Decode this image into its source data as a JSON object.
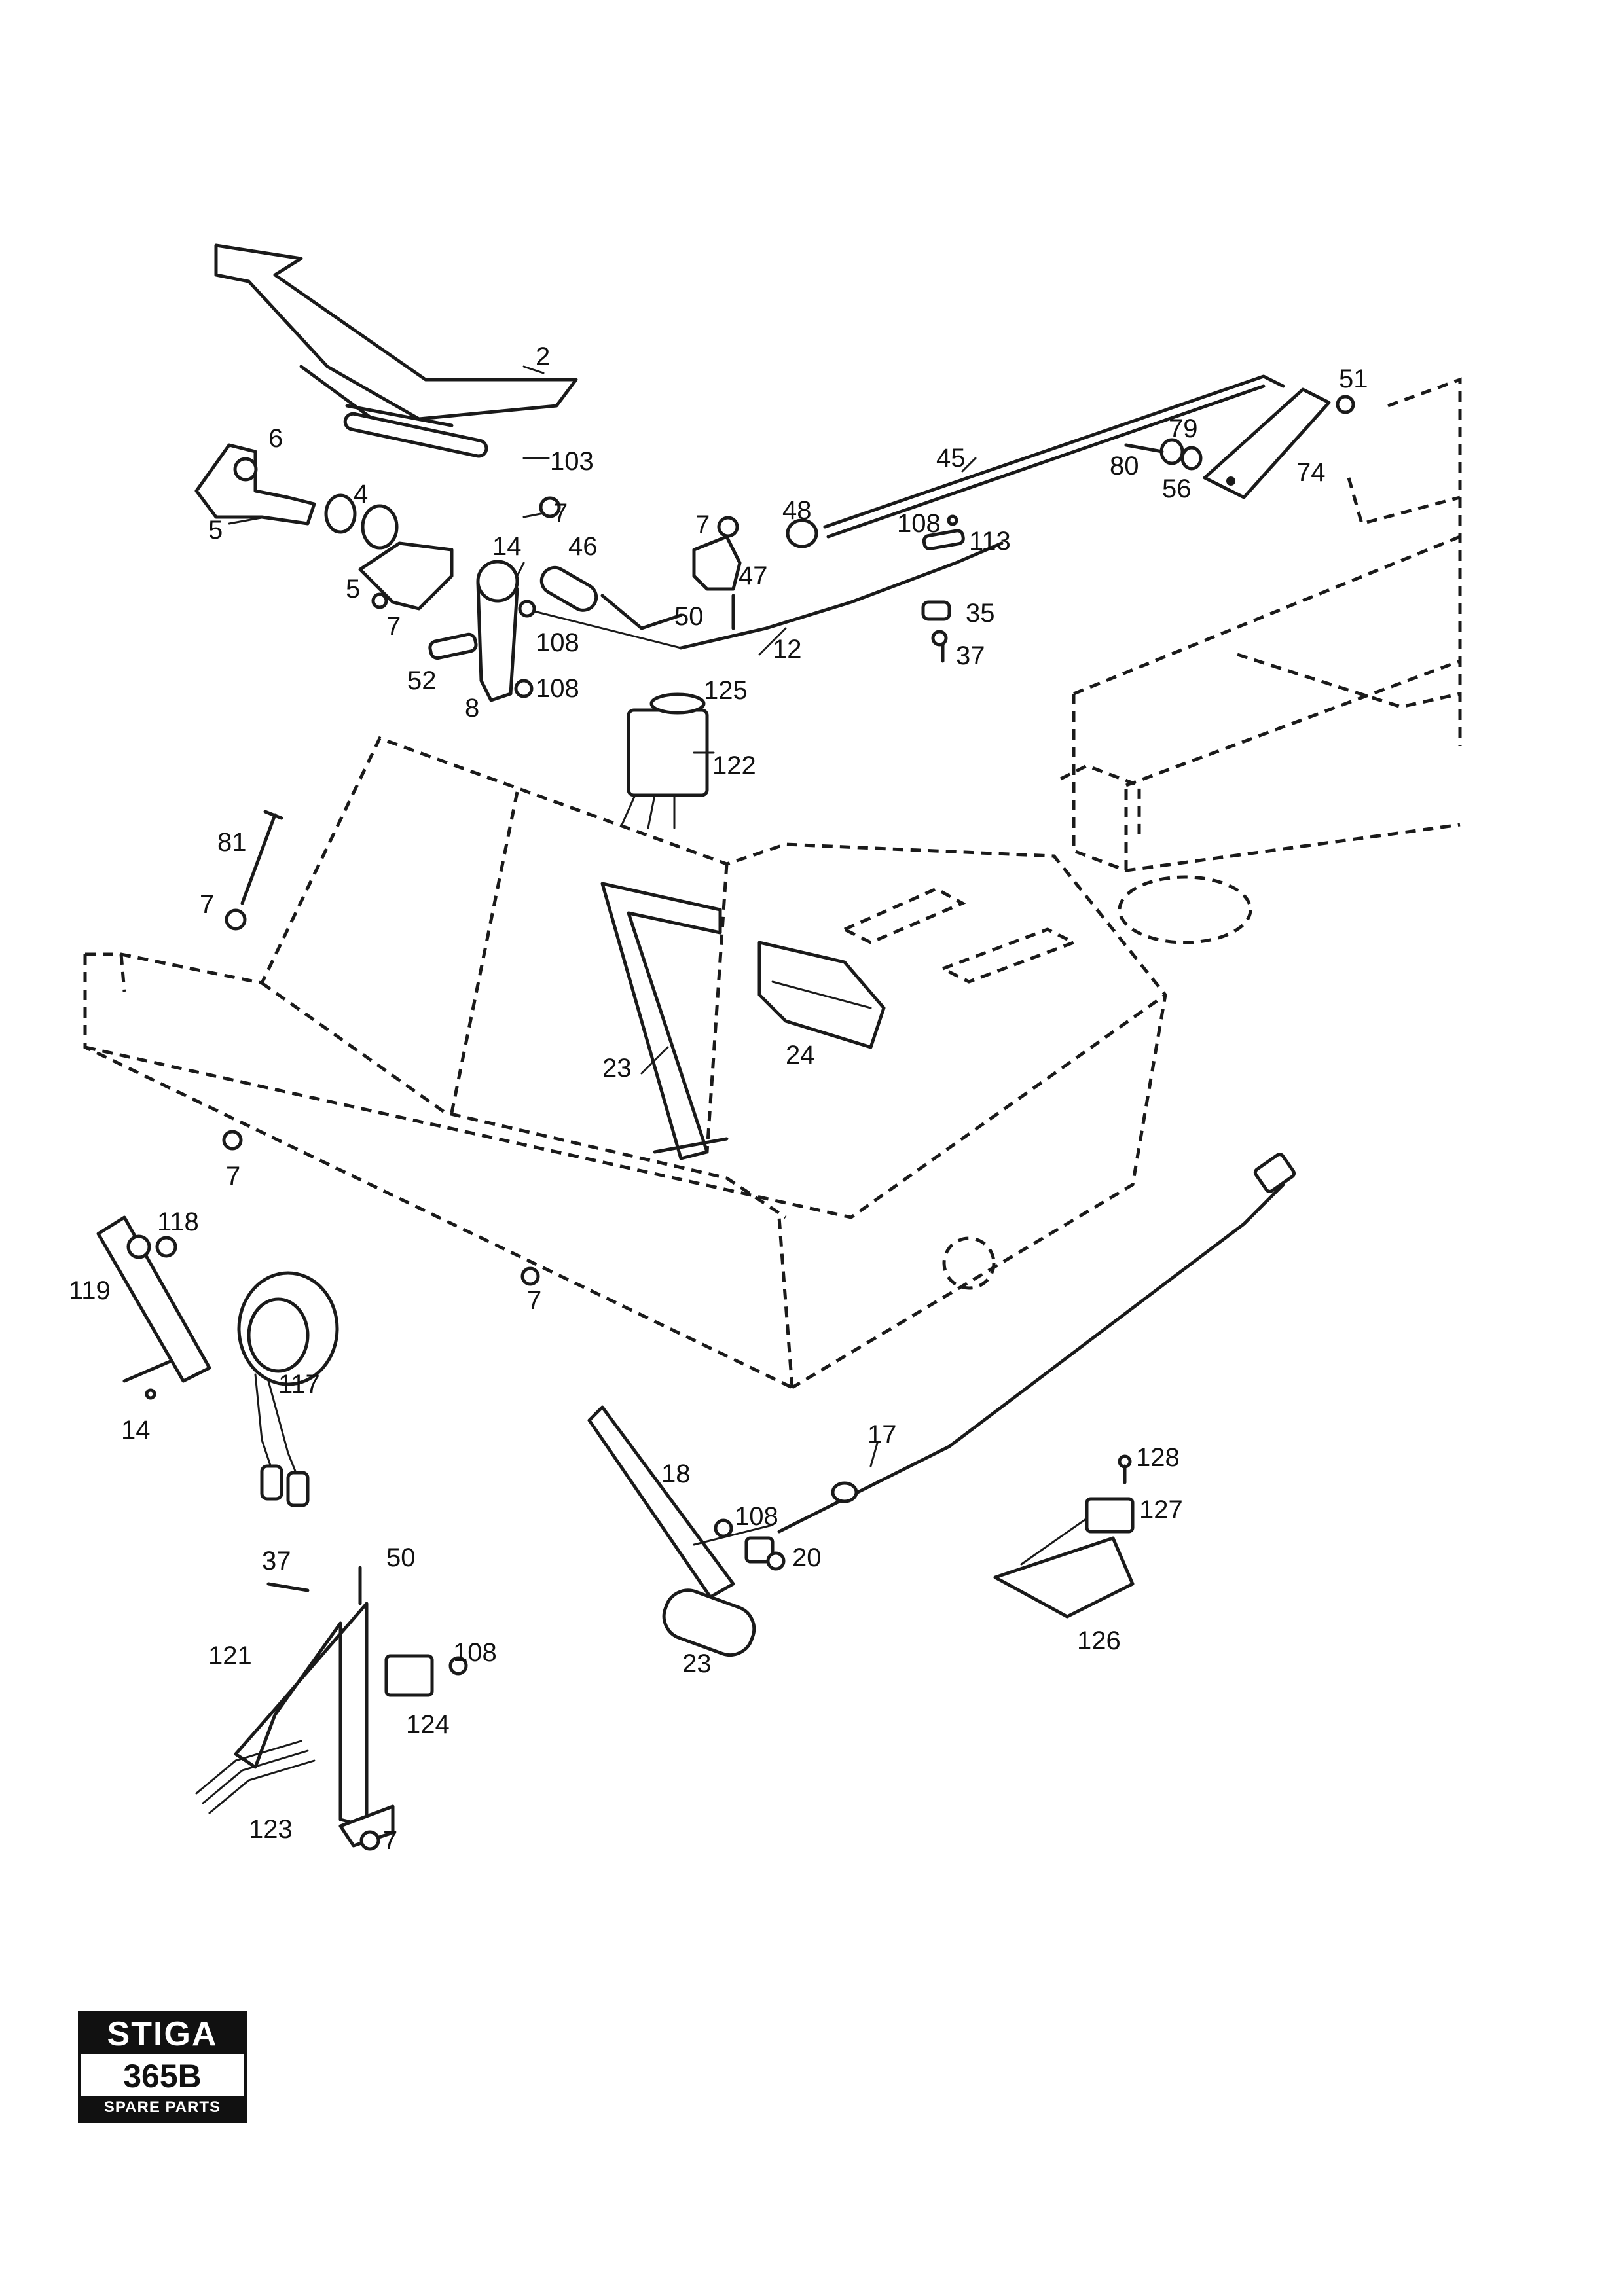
{
  "labels": [
    "2",
    "6",
    "103",
    "7",
    "4",
    "5",
    "5",
    "7",
    "14",
    "46",
    "7",
    "48",
    "47",
    "50",
    "45",
    "108",
    "113",
    "35",
    "37",
    "12",
    "79",
    "80",
    "56",
    "51",
    "74",
    "108",
    "108",
    "52",
    "8",
    "125",
    "122",
    "81",
    "7",
    "23",
    "24",
    "7",
    "118",
    "119",
    "117",
    "14",
    "7",
    "17",
    "18",
    "108",
    "20",
    "23",
    "128",
    "127",
    "126",
    "37",
    "50",
    "121",
    "108",
    "124",
    "123",
    "7"
  ],
  "brand": {
    "logo_text": "STIGA",
    "model": "365B",
    "subtitle": "SPARE PARTS"
  }
}
